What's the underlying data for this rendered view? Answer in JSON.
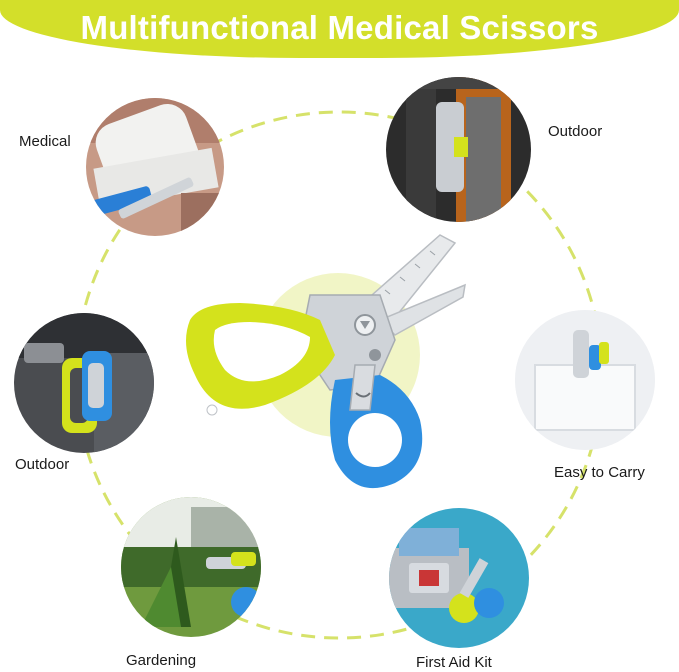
{
  "banner": {
    "title": "Multifunctional Medical Scissors"
  },
  "uses": {
    "medical": "Medical",
    "outdoor_top": "Outdoor",
    "outdoor_left": "Outdoor",
    "easy_to_carry": "Easy to Carry",
    "gardening": "Gardening",
    "first_aid_kit": "First Aid Kit"
  },
  "colors": {
    "banner": "#d3df2a",
    "ring_dashes": "#d6e26a",
    "center_glow": "#f1f5c6",
    "handle_green": "#d4e21c",
    "handle_blue": "#2f8fe0",
    "steel": "#cfd3d8"
  }
}
